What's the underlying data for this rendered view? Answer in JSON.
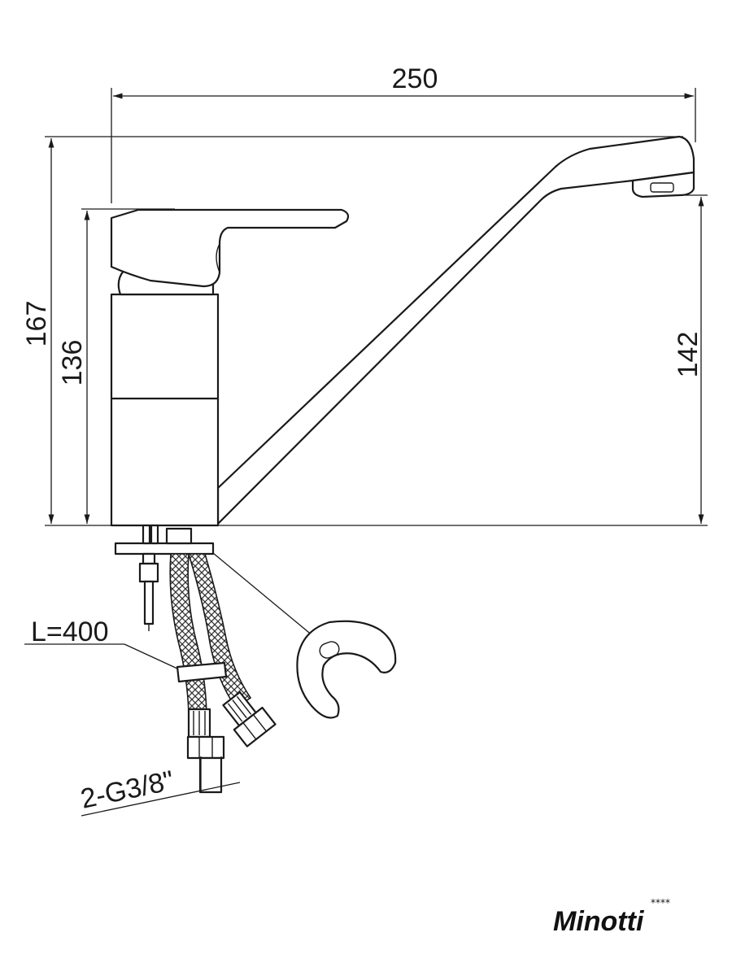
{
  "dimensions": {
    "width_label": "250",
    "overall_height_label": "167",
    "body_height_label": "136",
    "spout_height_label": "142",
    "hose_length_label": "L=400",
    "connection_label": "2-G3/8\""
  },
  "brand": {
    "name": "Minotti",
    "stars": "****"
  }
}
